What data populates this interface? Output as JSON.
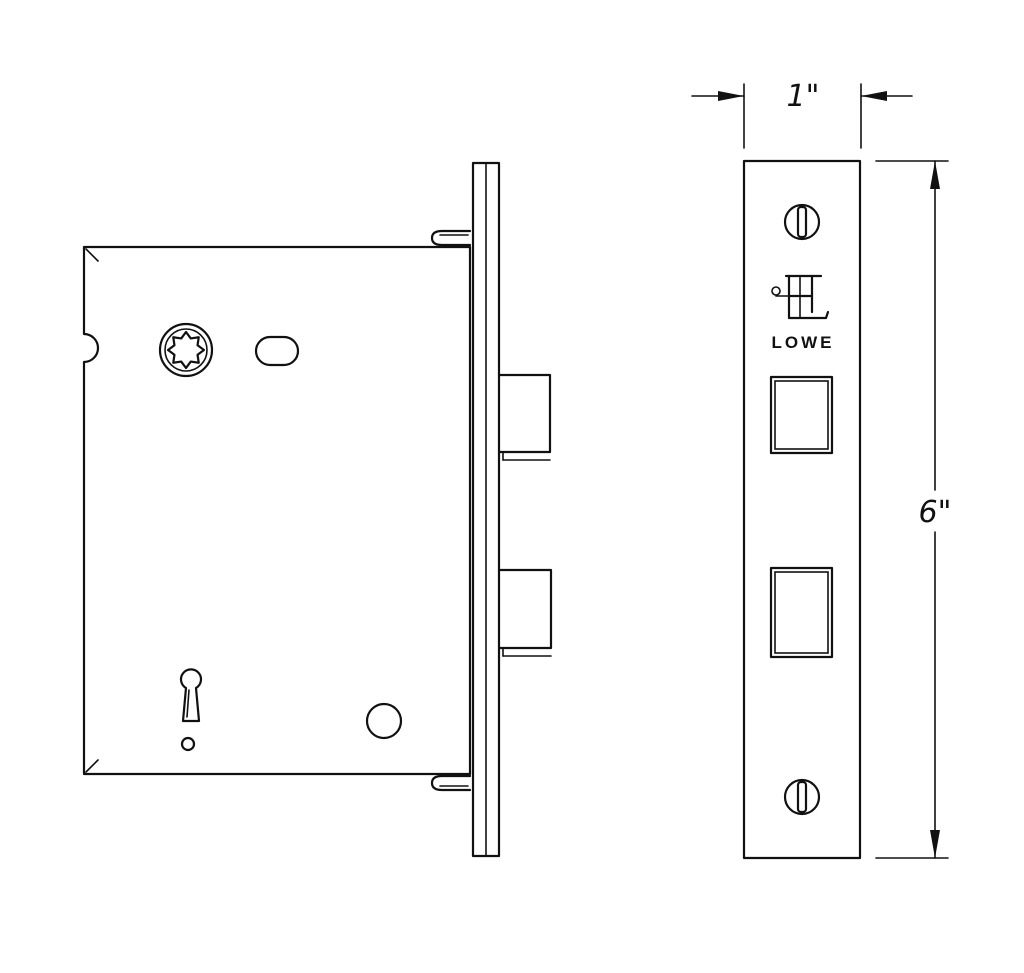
{
  "dimensions": {
    "width_label": "1\"",
    "height_label": "6\""
  },
  "faceplate": {
    "brand_name": "LOWE",
    "monogram_letters": "LH"
  },
  "icons": {
    "spindle_hub": "star-spindle-icon",
    "keyhole": "keyhole-icon",
    "screw": "slotted-screw-icon"
  },
  "colors": {
    "line": "#111111",
    "background": "#ffffff"
  }
}
